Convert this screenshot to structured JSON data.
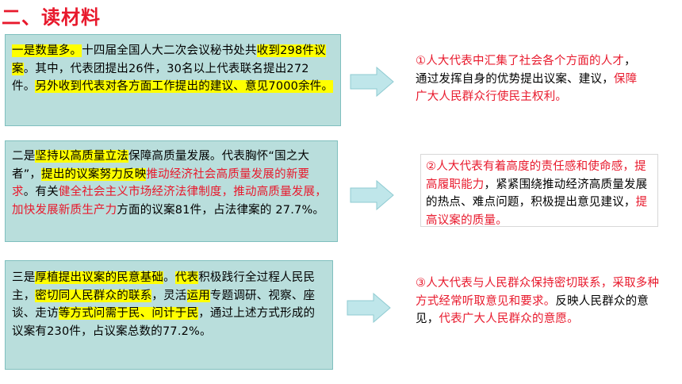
{
  "heading": "二、读材料",
  "colors": {
    "accent_red": "#e8192c",
    "box_fill": "#b9dedc",
    "highlight": "#ffff00",
    "arrow_fill": "#bfe6ea"
  },
  "boxes": [
    {
      "segments": [
        {
          "text": "一是数量多。",
          "style": "hl-y"
        },
        {
          "text": "十四届全国人大二次会议秘书处共",
          "style": ""
        },
        {
          "text": "收到298件议案",
          "style": "hl-y"
        },
        {
          "text": "。其中，代表团提出26件，30名以上代表联名提出272 件。",
          "style": ""
        },
        {
          "text": "另外收到代表对各方面工作提出的建议、意见7000余件。",
          "style": "hl-y"
        }
      ]
    },
    {
      "segments": [
        {
          "text": "二是",
          "style": ""
        },
        {
          "text": "坚持以高质量立法",
          "style": "hl-y"
        },
        {
          "text": "保障高质量发展。代表胸怀“国之大者”，",
          "style": ""
        },
        {
          "text": "提出的议案努力反映",
          "style": "hl-y"
        },
        {
          "text": "推动经济社会高质量发展的新要求",
          "style": "red"
        },
        {
          "text": "。有关",
          "style": ""
        },
        {
          "text": "健全社会主义市场经济法律制度，推动高质量发展，加快发展新质生产力",
          "style": "red"
        },
        {
          "text": "方面的议案81件，占法律案的 27.7%。",
          "style": ""
        }
      ]
    },
    {
      "segments": [
        {
          "text": "三是",
          "style": ""
        },
        {
          "text": "厚植提出议案的民意基础",
          "style": "hl-y"
        },
        {
          "text": "。",
          "style": ""
        },
        {
          "text": "代表",
          "style": "hl-y"
        },
        {
          "text": "积极践行全过程人民民主，",
          "style": ""
        },
        {
          "text": "密切同人民群众的联系",
          "style": "hl-y"
        },
        {
          "text": "，灵活",
          "style": ""
        },
        {
          "text": "运用",
          "style": "hl-y"
        },
        {
          "text": "专题调研、视察、座谈、走访",
          "style": ""
        },
        {
          "text": "等方式问需于民、问计于民",
          "style": "hl-y"
        },
        {
          "text": "，通过上述方式形成的议案有230件，占议案总数的77.2%。",
          "style": ""
        }
      ]
    }
  ],
  "notes": [
    {
      "segments": [
        {
          "text": "①人大代表中汇集了社会各个方面的人才",
          "style": "red"
        },
        {
          "text": "，通过发挥自身的优势提出议案、建议，",
          "style": ""
        },
        {
          "text": "保障广大人民群众行使民主权利。",
          "style": "red"
        }
      ]
    },
    {
      "segments": [
        {
          "text": "②人大代表有着高度的责任感和使命感，提高履职能力",
          "style": "red"
        },
        {
          "text": "，紧紧围绕推动经济高质量发展的热点、难点问题，积极提出意见建议，",
          "style": ""
        },
        {
          "text": "提高议案的质量。",
          "style": "red"
        }
      ]
    },
    {
      "segments": [
        {
          "text": "③人大代表与人民群众保持密切联系，采取多种方式经常听取意见和要求。",
          "style": "red"
        },
        {
          "text": "反映人民群众的意见，",
          "style": ""
        },
        {
          "text": "代表广大人民群众的意愿。",
          "style": "red"
        }
      ]
    }
  ]
}
